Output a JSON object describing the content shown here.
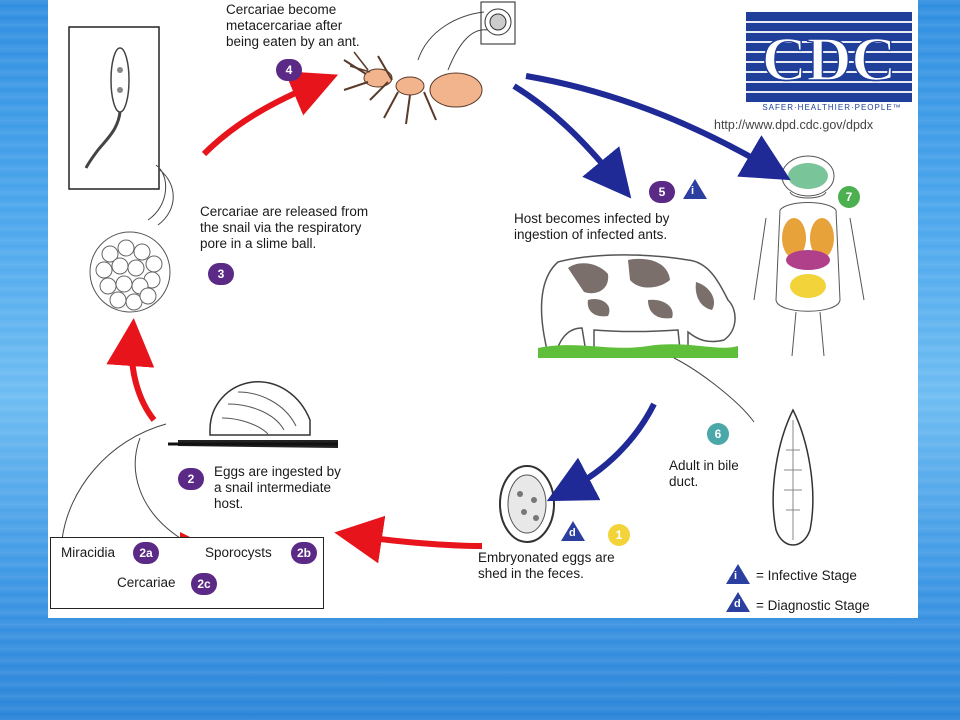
{
  "labels": {
    "step4": "Cercariae become\nmetacercariae after\nbeing eaten by an ant.",
    "step3": "Cercariae are released from\nthe snail via the respiratory\npore in a slime ball.",
    "step5": "Host becomes infected by\ningestion of infected ants.",
    "step2": "Eggs are ingested by\na snail intermediate\nhost.",
    "step1": "Embryonated eggs are\nshed in the feces.",
    "step6": "Adult in bile\nduct."
  },
  "badges": {
    "b1": "1",
    "b2": "2",
    "b3": "3",
    "b4": "4",
    "b5": "5",
    "b6": "6",
    "b7": "7",
    "b2a": "2a",
    "b2b": "2b",
    "b2c": "2c"
  },
  "legend": {
    "miracidia": "Miracidia",
    "sporocysts": "Sporocysts",
    "cercariae": "Cercariae"
  },
  "key": {
    "infective_symbol": "i",
    "infective_label": "= Infective Stage",
    "diagnostic_symbol": "d",
    "diagnostic_label": "= Diagnostic Stage"
  },
  "cdc": {
    "logo_text": "CDC",
    "tagline": "SAFER·HEALTHIER·PEOPLE™",
    "url": "http://www.dpd.cdc.gov/dpdx"
  },
  "colors": {
    "purple_badge": "#5b2a86",
    "green_badge": "#4caf50",
    "teal_badge": "#4aa8a8",
    "yellow_badge": "#f2d33a",
    "red_arrow": "#e8141c",
    "blue_arrow": "#1f2a96",
    "cdc_blue": "#1f3f9b"
  }
}
